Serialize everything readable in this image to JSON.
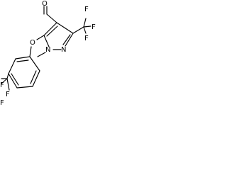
{
  "molecule": {
    "atoms": {
      "aldehyde_o": "O",
      "carbons_f": [
        "F",
        "F",
        "F"
      ],
      "ring_n_methyl": "N",
      "ring_n": "N",
      "ether_o": "O",
      "aryl_f": [
        "F",
        "F",
        "F"
      ]
    }
  },
  "colors": {
    "ink": "#000000",
    "background": "#ffffff"
  }
}
